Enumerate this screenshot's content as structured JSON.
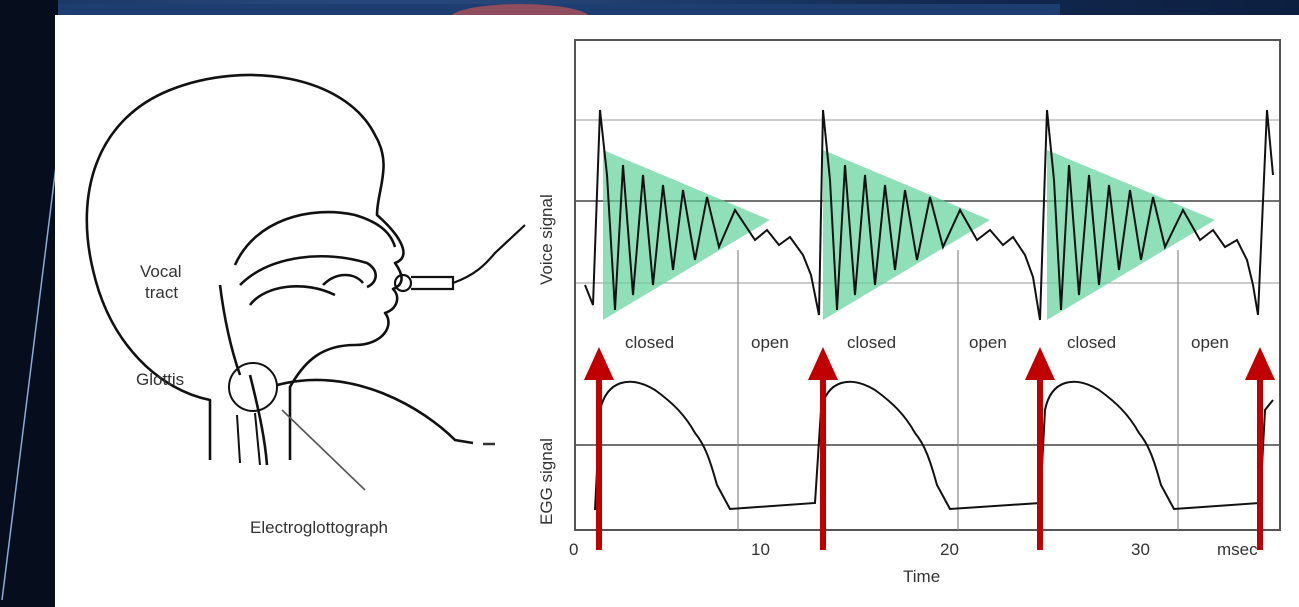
{
  "diagram": {
    "labels": {
      "vocal_tract_line1": "Vocal",
      "vocal_tract_line2": "tract",
      "glottis": "Glottis",
      "electroglottograph": "Electroglottograph"
    },
    "voice_axis_label": "Voice signal",
    "egg_axis_label": "EGG signal",
    "x_axis_label": "Time",
    "x_ticks": [
      "0",
      "10",
      "20",
      "30",
      "msec"
    ],
    "phases": [
      "closed",
      "open",
      "closed",
      "open",
      "closed",
      "open"
    ],
    "colors": {
      "closed_phase_fill": "#5fd39a",
      "closure_arrow": "#c00000",
      "panel_background": "#ffffff"
    }
  }
}
